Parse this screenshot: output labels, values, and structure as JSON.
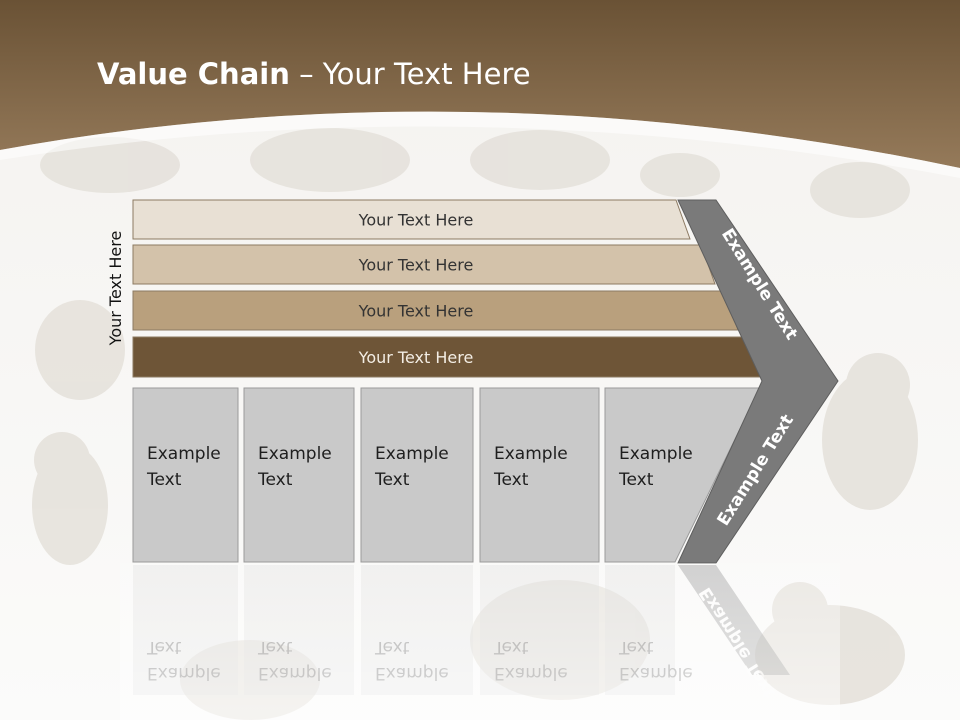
{
  "slide": {
    "title_bold": "Value Chain",
    "title_rest": " – Your Text Here",
    "side_label": "Your Text Here"
  },
  "bars": [
    {
      "label": "Your Text Here",
      "fill": "#e8e0d4",
      "text_color": "#333333"
    },
    {
      "label": "Your Text Here",
      "fill": "#d3c2aa",
      "text_color": "#333333"
    },
    {
      "label": "Your Text Here",
      "fill": "#b9a07d",
      "text_color": "#333333"
    },
    {
      "label": "Your Text Here",
      "fill": "#6e5537",
      "text_color": "#f3ede4"
    }
  ],
  "columns": [
    {
      "line1": "Example",
      "line2": "Text"
    },
    {
      "line1": "Example",
      "line2": "Text"
    },
    {
      "line1": "Example",
      "line2": "Text"
    },
    {
      "line1": "Example",
      "line2": "Text"
    },
    {
      "line1": "Example",
      "line2": "Text"
    }
  ],
  "chevron": {
    "upper_label": "Example Text",
    "lower_label": "Example Text"
  },
  "colors": {
    "header_brown": "#7b6143",
    "header_brown_light": "#947858",
    "column_fill": "#c9c9c9",
    "chevron_fill": "#7a7a7a"
  }
}
